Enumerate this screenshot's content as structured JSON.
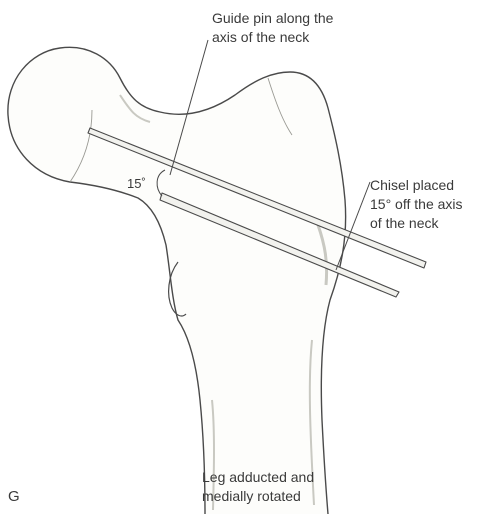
{
  "figure": {
    "panel_letter": "G",
    "labels": {
      "guide_pin_line1": "Guide pin along the",
      "guide_pin_line2": "axis of the neck",
      "chisel_line1": "Chisel placed",
      "chisel_line2": "15° off the axis",
      "chisel_line3": "of the neck",
      "angle": "15˚",
      "leg_line1": "Leg adducted and",
      "leg_line2": "medially rotated"
    },
    "angle_between_pin_and_chisel_deg": 15
  },
  "colors": {
    "outline": "#4a4a4a",
    "bone_fill": "#fdfdfb",
    "shading": "#c9c9c2",
    "text": "#3a3a3a"
  }
}
